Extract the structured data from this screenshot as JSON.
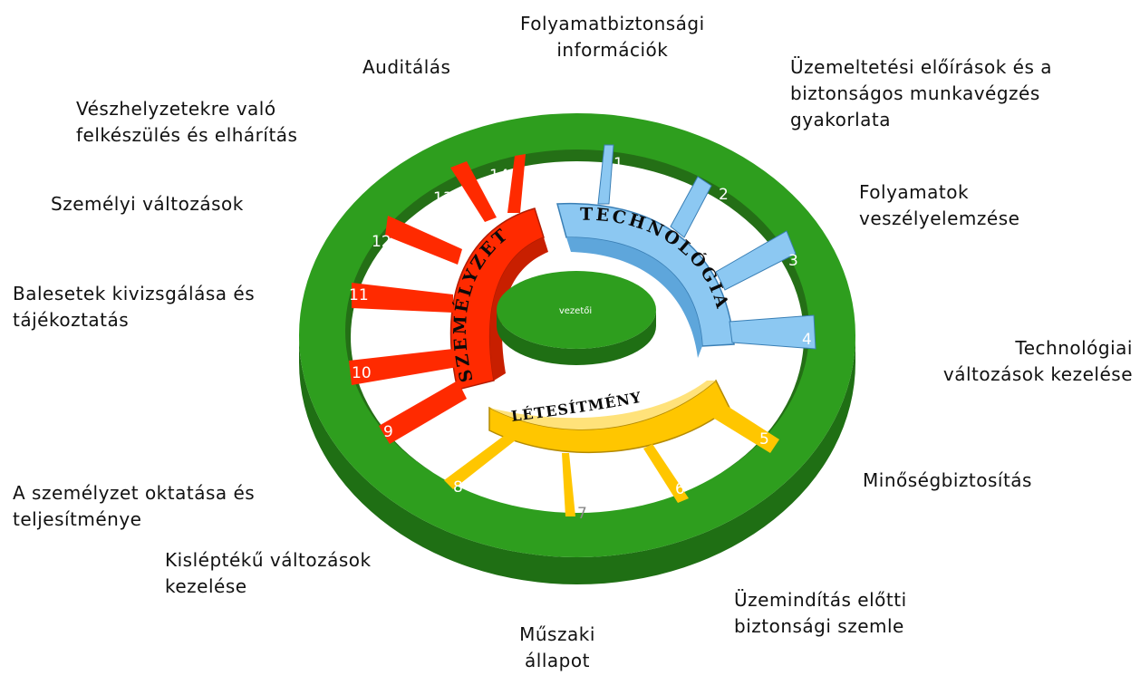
{
  "center_label": "vezetői",
  "sectors": {
    "technology": "TECHNOLÓGIA",
    "personnel": "SZEMÉLYZET",
    "facility": "LÉTESÍTMÉNY"
  },
  "spoke_numbers": [
    "1",
    "2",
    "3",
    "4",
    "5",
    "6",
    "7",
    "8",
    "9",
    "10",
    "11",
    "12",
    "13",
    "14"
  ],
  "labels": {
    "l1": [
      "Folyamatbiztonsági",
      "információk"
    ],
    "l2": [
      "Üzemeltetési  előírások és a",
      "biztonságos munkavégzés",
      "gyakorlata"
    ],
    "l3": [
      "Folyamatok",
      "veszélyelemzése"
    ],
    "l4": [
      "Technológiai",
      "változások kezelése"
    ],
    "l5": [
      "Minőségbiztosítás"
    ],
    "l6": [
      "Üzemindítás előtti",
      "biztonsági szemle"
    ],
    "l7": [
      "Műszaki",
      "állapot"
    ],
    "l8": [
      "Kisléptékű változások",
      "kezelése"
    ],
    "l9": [
      "A személyzet  oktatása és",
      "teljesítménye"
    ],
    "l10": [
      "Balesetek kivizsgálása és",
      "tájékoztatás"
    ],
    "l11": [
      "Személyi  változások"
    ],
    "l12": [
      "Vészhelyzetekre  való",
      "felkészülés és elhárítás"
    ],
    "l13": [
      "Auditálás"
    ]
  },
  "colors": {
    "ring": "#2e9e1e",
    "ring_dark": "#1f6f14",
    "technology": "#8cc8f2",
    "personnel": "#ff2a00",
    "facility": "#ffc600",
    "hub": "#2e9e1e"
  }
}
